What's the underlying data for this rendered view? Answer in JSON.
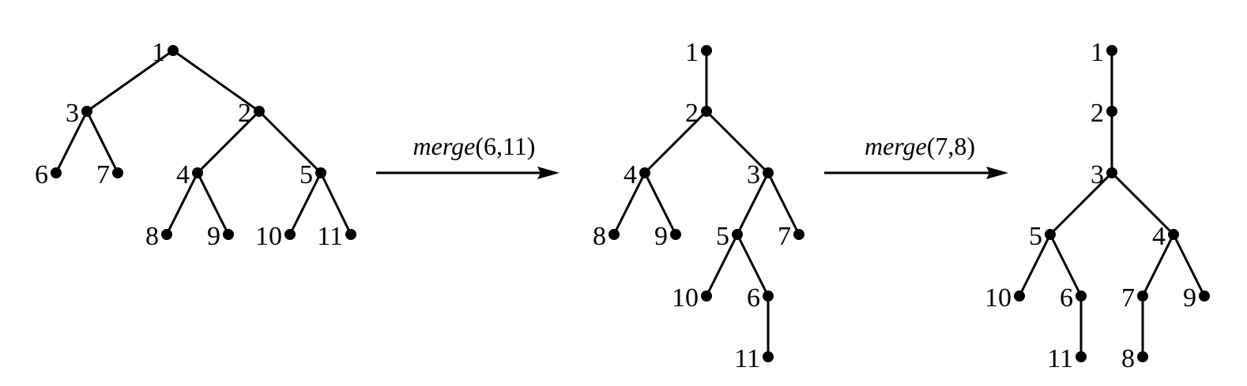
{
  "colors": {
    "ink": "#000000",
    "background": "#ffffff"
  },
  "operations": [
    {
      "name": "merge",
      "args": "(6,11)"
    },
    {
      "name": "merge",
      "args": "(7,8)"
    }
  ],
  "trees": [
    {
      "nodes": [
        {
          "id": "1"
        },
        {
          "id": "3"
        },
        {
          "id": "2"
        },
        {
          "id": "6"
        },
        {
          "id": "7"
        },
        {
          "id": "4"
        },
        {
          "id": "5"
        },
        {
          "id": "8"
        },
        {
          "id": "9"
        },
        {
          "id": "10"
        },
        {
          "id": "11"
        }
      ],
      "edges": [
        [
          "1",
          "3"
        ],
        [
          "1",
          "2"
        ],
        [
          "3",
          "6"
        ],
        [
          "3",
          "7"
        ],
        [
          "2",
          "4"
        ],
        [
          "2",
          "5"
        ],
        [
          "4",
          "8"
        ],
        [
          "4",
          "9"
        ],
        [
          "5",
          "10"
        ],
        [
          "5",
          "11"
        ]
      ]
    },
    {
      "nodes": [
        {
          "id": "1"
        },
        {
          "id": "2"
        },
        {
          "id": "4"
        },
        {
          "id": "3"
        },
        {
          "id": "8"
        },
        {
          "id": "9"
        },
        {
          "id": "5"
        },
        {
          "id": "7"
        },
        {
          "id": "10"
        },
        {
          "id": "6"
        },
        {
          "id": "11"
        }
      ],
      "edges": [
        [
          "1",
          "2"
        ],
        [
          "2",
          "4"
        ],
        [
          "2",
          "3"
        ],
        [
          "4",
          "8"
        ],
        [
          "4",
          "9"
        ],
        [
          "3",
          "5"
        ],
        [
          "3",
          "7"
        ],
        [
          "5",
          "10"
        ],
        [
          "5",
          "6"
        ],
        [
          "6",
          "11"
        ]
      ]
    },
    {
      "nodes": [
        {
          "id": "1"
        },
        {
          "id": "2"
        },
        {
          "id": "3"
        },
        {
          "id": "5"
        },
        {
          "id": "4"
        },
        {
          "id": "10"
        },
        {
          "id": "6"
        },
        {
          "id": "7"
        },
        {
          "id": "9"
        },
        {
          "id": "11"
        },
        {
          "id": "8"
        }
      ],
      "edges": [
        [
          "1",
          "2"
        ],
        [
          "2",
          "3"
        ],
        [
          "3",
          "5"
        ],
        [
          "3",
          "4"
        ],
        [
          "5",
          "10"
        ],
        [
          "5",
          "6"
        ],
        [
          "4",
          "7"
        ],
        [
          "4",
          "9"
        ],
        [
          "6",
          "11"
        ],
        [
          "7",
          "8"
        ]
      ]
    }
  ]
}
